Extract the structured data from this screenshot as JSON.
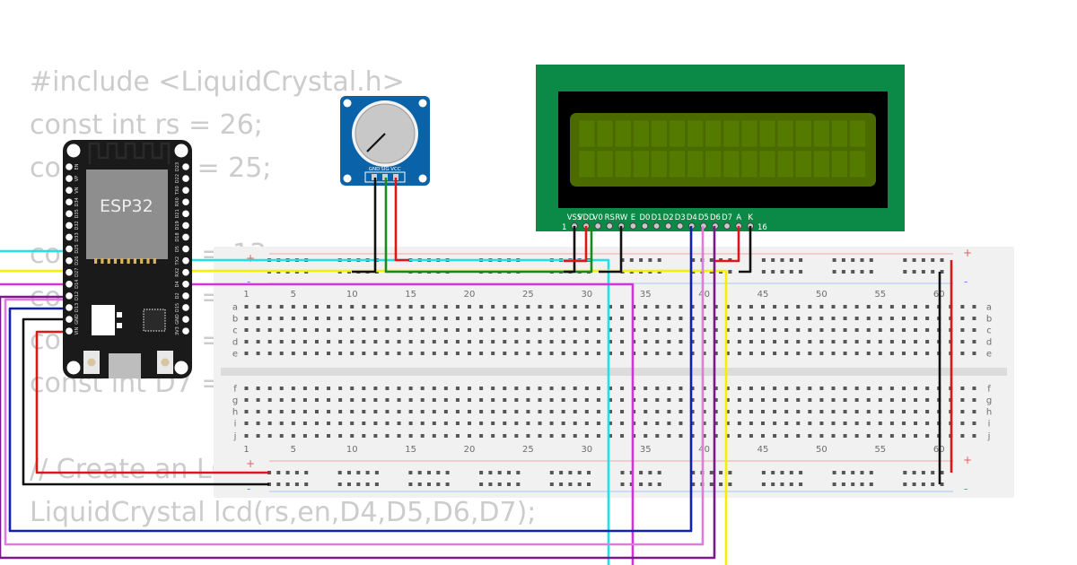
{
  "code_lines": [
    "#include <LiquidCrystal.h>",
    "const int rs = 26;",
    "const int en = 25;",
    "",
    "const int D4 = 13;",
    "const int D5 = 12;",
    "const int D6 = 14;",
    "const int D7 = 27;",
    "",
    "// Create an LCD object",
    "LiquidCrystal lcd(rs,en,D4,D5,D6,D7);"
  ],
  "esp32": {
    "label": "ESP32",
    "left_pins": [
      "EN",
      "VP",
      "VN",
      "D34",
      "D35",
      "D32",
      "D33",
      "D25",
      "D26",
      "D27",
      "D14",
      "D12",
      "D13",
      "GND",
      "VIN"
    ],
    "right_pins": [
      "D23",
      "D22",
      "TX0",
      "RX0",
      "D21",
      "D19",
      "D18",
      "D5",
      "TX2",
      "RX2",
      "D4",
      "D2",
      "D15",
      "GND",
      "3V3"
    ]
  },
  "potentiometer": {
    "pins": [
      "GND",
      "SIG",
      "VCC"
    ]
  },
  "lcd": {
    "pins": [
      "VSS",
      "VDD",
      "V0",
      "RS",
      "RW",
      "E",
      "D0",
      "D1",
      "D2",
      "D3",
      "D4",
      "D5",
      "D6",
      "D7",
      "A",
      "K"
    ],
    "first_pin_number": "1",
    "last_pin_number": "16"
  },
  "breadboard": {
    "column_numbers": [
      "1",
      "5",
      "10",
      "15",
      "20",
      "25",
      "30",
      "35",
      "40",
      "45",
      "50",
      "55",
      "60"
    ],
    "top_rows": [
      "a",
      "b",
      "c",
      "d",
      "e"
    ],
    "bottom_rows": [
      "f",
      "g",
      "h",
      "i",
      "j"
    ],
    "plus_sign": "+",
    "minus_sign": "-"
  },
  "colors": {
    "breadboard": "#f1f1f1",
    "esp_board": "#1a1a1a",
    "lcd_pcb": "#0b8a47",
    "lcd_screen": "#4b6b00",
    "pot_pcb": "#0a62a8",
    "wire_red": "#e01616",
    "wire_black": "#111111",
    "wire_green": "#1a8a1a",
    "wire_cyan": "#22e0e8",
    "wire_magenta": "#d633d6",
    "wire_blue": "#1020b0",
    "wire_violet": "#7a1a8a",
    "wire_pink": "#e07ae0",
    "wire_yellow": "#f2f200"
  }
}
